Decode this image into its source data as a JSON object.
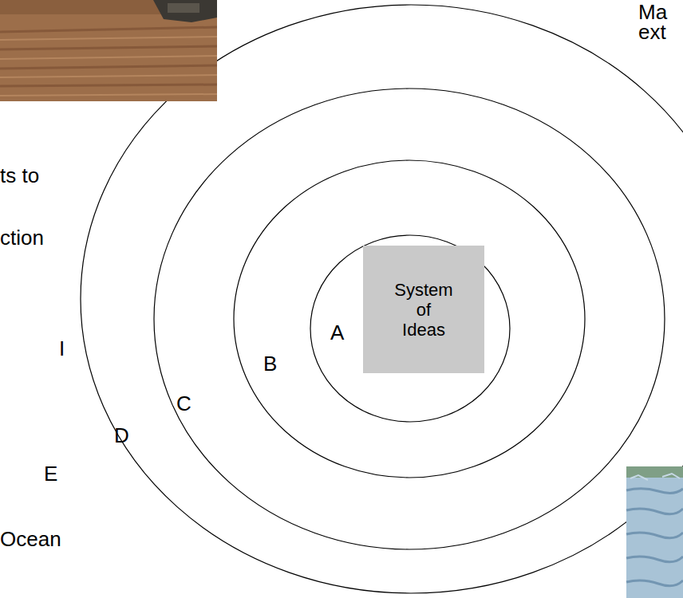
{
  "diagram": {
    "nodes": [
      {
        "text": [
          "D"
        ]
      },
      {
        "text": [
          "C"
        ],
        "in": 0
      },
      {
        "text": [
          "B"
        ],
        "in": 1
      },
      {
        "text": [
          "A"
        ],
        "in": 2
      },
      {
        "text": [
          "System of Ideas"
        ],
        "in": 3
      }
    ],
    "labels": [
      "E",
      "I",
      "ts to",
      "ction",
      "Ocean",
      "Ma",
      "ext"
    ]
  }
}
